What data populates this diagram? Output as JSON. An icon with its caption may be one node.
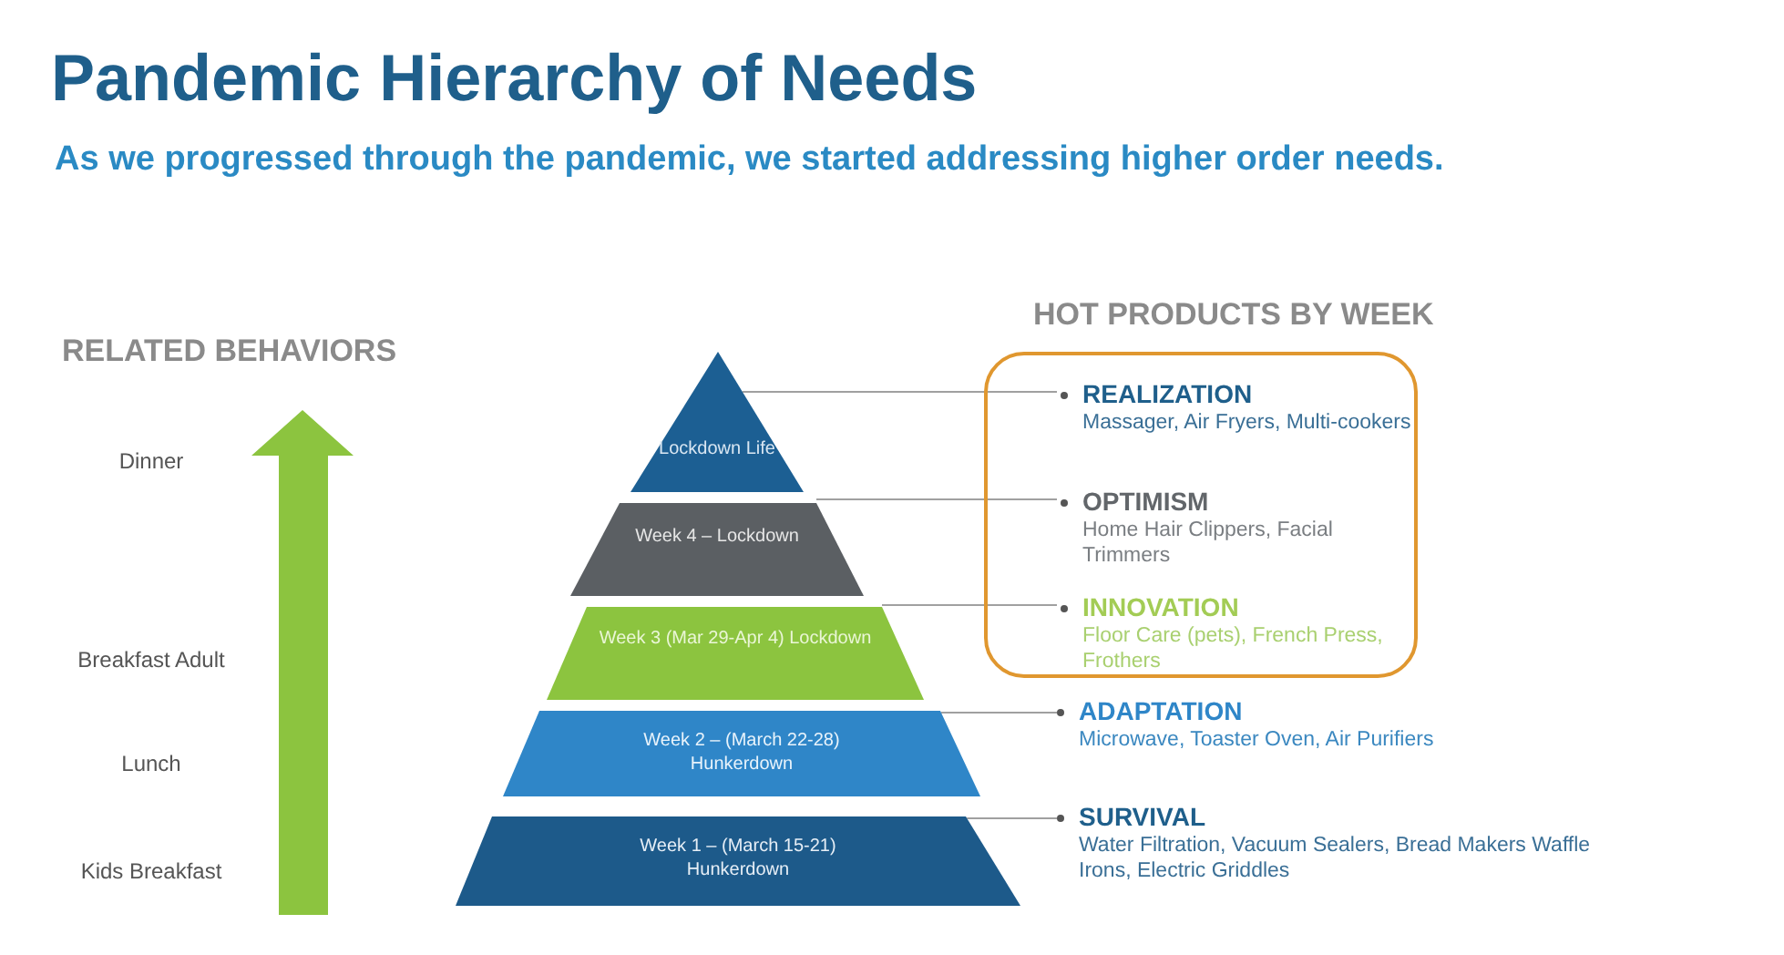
{
  "diagram": {
    "title": "Pandemic Hierarchy of Needs",
    "caption": "As we progressed through the pandemic, we started addressing higher order needs.",
    "nodes": [
      {
        "text": [
          "Lockdown Life"
        ]
      },
      {
        "text": [
          "Week 4 – Lockdown"
        ]
      },
      {
        "text": [
          "Week 3 (Mar 29-Apr 4) Lockdown"
        ]
      },
      {
        "text": [
          "Week 2 – (March 22-28) Hunkerdown"
        ]
      },
      {
        "text": [
          "Week 1 – (March 15-21) Hunkerdown"
        ]
      },
      {
        "text": [],
        "shape": "box"
      },
      {
        "text": [
          "REALIZATION",
          "Massager, Air Fryers, Multi-cookers"
        ],
        "in": 5
      },
      {
        "text": [
          "OPTIMISM",
          "Home Hair Clippers, Facial Trimmers"
        ],
        "in": 5
      },
      {
        "text": [
          "INNOVATION",
          "Floor Care (pets), French Press, Frothers"
        ],
        "in": 5
      },
      {
        "text": [
          "ADAPTATION",
          "Microwave, Toaster Oven, Air Purifiers"
        ]
      },
      {
        "text": [
          "SURVIVAL",
          "Water Filtration, Vacuum Sealers, Bread Makers Waffle Irons, Electric Griddles"
        ]
      }
    ],
    "edges": [
      {
        "from": 0,
        "to": 6,
        "arrow": "none"
      },
      {
        "from": 1,
        "to": 7,
        "arrow": "none"
      },
      {
        "from": 2,
        "to": 8,
        "arrow": "none"
      },
      {
        "from": 3,
        "to": 9,
        "arrow": "none"
      },
      {
        "from": 4,
        "to": 10,
        "arrow": "none"
      }
    ],
    "labels": [
      "HOT PRODUCTS BY WEEK",
      "RELATED BEHAVIORS",
      "Dinner",
      "Breakfast Adult",
      "Lunch",
      "Kids Breakfast"
    ]
  }
}
